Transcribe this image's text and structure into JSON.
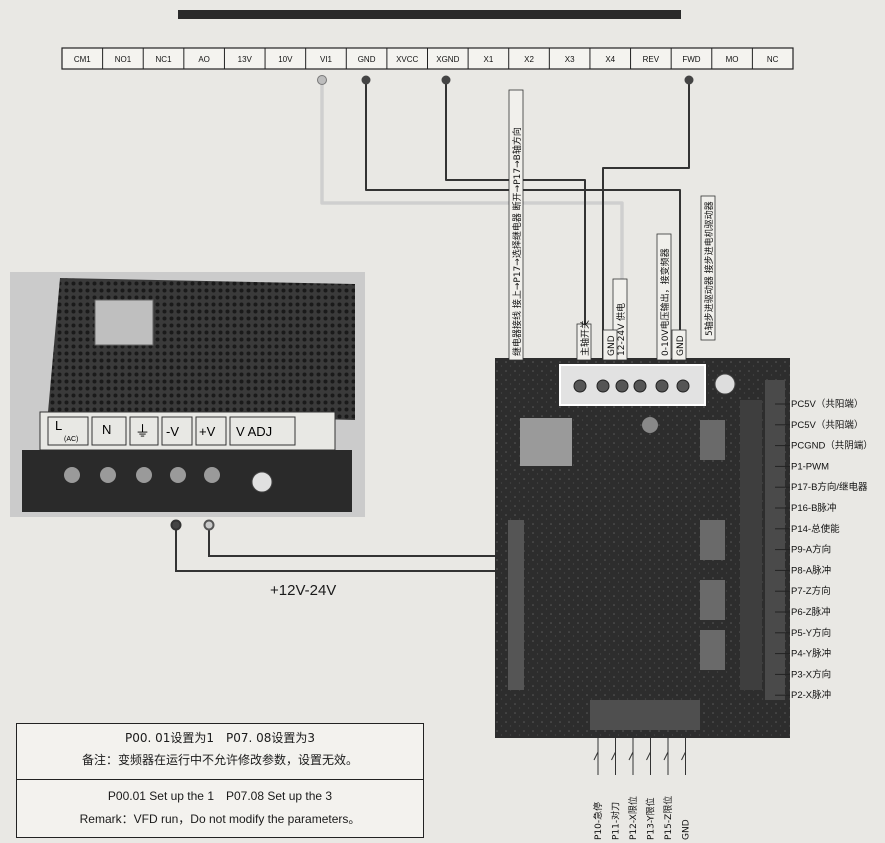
{
  "terminal_strip": [
    "CM1",
    "NO1",
    "NC1",
    "AO",
    "13V",
    "10V",
    "VI1",
    "GND",
    "XVCC",
    "XGND",
    "X1",
    "X2",
    "X3",
    "X4",
    "REV",
    "FWD",
    "MO",
    "NC"
  ],
  "psu_label": {
    "l": "L",
    "ac": "(AC)",
    "n": "N",
    "ground": "⏚",
    "minus_v": "-V",
    "plus_v": "+V",
    "v_adj": "V ADJ"
  },
  "supply_voltage": "+12V-24V",
  "board_top_labels": [
    "继电器接线 接上→P17→选择继电器 断开→P17→B轴方向",
    "主轴开关",
    "12-24V 供电",
    "GND",
    "0-10V电压输出，接变频器",
    "GND",
    "5轴步进驱动器 接步进电机驱动器"
  ],
  "right_pins": [
    "PC5V（共阳端）",
    "PC5V（共阳端）",
    "PCGND（共阴端）",
    "P1-PWM",
    "P17-B方向/继电器",
    "P16-B脉冲",
    "P14-总使能",
    "P9-A方向",
    "P8-A脉冲",
    "P7-Z方向",
    "P6-Z脉冲",
    "P5-Y方向",
    "P4-Y脉冲",
    "P3-X方向",
    "P2-X脉冲"
  ],
  "bottom_pins": [
    "P10-急停",
    "P11-对刀",
    "P12-X限位",
    "P13-Y限位",
    "P15-Z限位",
    "GND"
  ],
  "note": {
    "cn_line1": "P00. 01设置为1　P07. 08设置为3",
    "cn_line2": "备注：变频器在运行中不允许修改参数，设置无效。",
    "en_line1": "P00.01 Set up the 1　P07.08 Set up the 3",
    "en_line2": "Remark：VFD run，Do not modify the parameters。"
  }
}
